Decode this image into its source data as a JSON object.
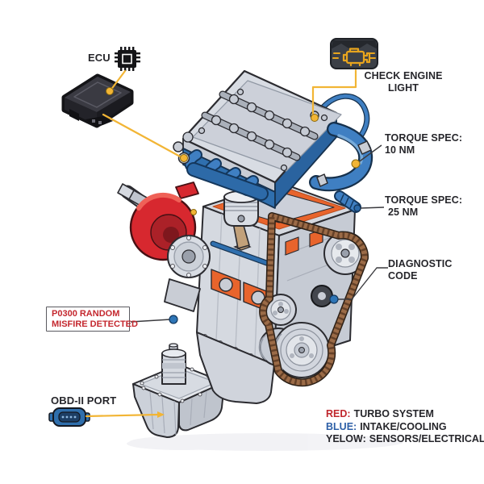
{
  "callouts": {
    "ecu": {
      "label": "ECU"
    },
    "check_engine_light": {
      "line1": "CHECK ENGINE",
      "line2": "LIGHT"
    },
    "torque_spec_10": {
      "line1": "TORQUE SPEC:",
      "line2": "10 NM"
    },
    "torque_spec_25": {
      "line1": "TORQUE SPEC:",
      "line2": "25 NM"
    },
    "diagnostic_code": {
      "line1": "DIAGNOSTIC",
      "line2": "CODE"
    },
    "fault_code": {
      "line1": "P0300 RANDOM",
      "line2": "MISFIRE DETECTED"
    },
    "obd_port": {
      "label": "OBD-II PORT"
    }
  },
  "legend": {
    "items": [
      {
        "key": "RED:",
        "value": "TURBO SYSTEM",
        "color": "#c0272d"
      },
      {
        "key": "BLUE:",
        "value": "INTAKE/COOLING",
        "color": "#2d5fa7"
      },
      {
        "key": "YELOW:",
        "value": "SENSORS/ELECTRICAL",
        "color": "#26262b"
      }
    ]
  },
  "icons": {
    "ecu_chip": "microchip-icon",
    "check_engine": "engine-warning-icon",
    "obd": "obd-connector-icon"
  },
  "colors": {
    "turbo_red": "#d7282f",
    "intake_blue": "#3b7abf",
    "sensor_yellow": "#f2b535",
    "marker_blue": "#2e75b6",
    "fault_red": "#c4272e",
    "text": "#26262b"
  }
}
